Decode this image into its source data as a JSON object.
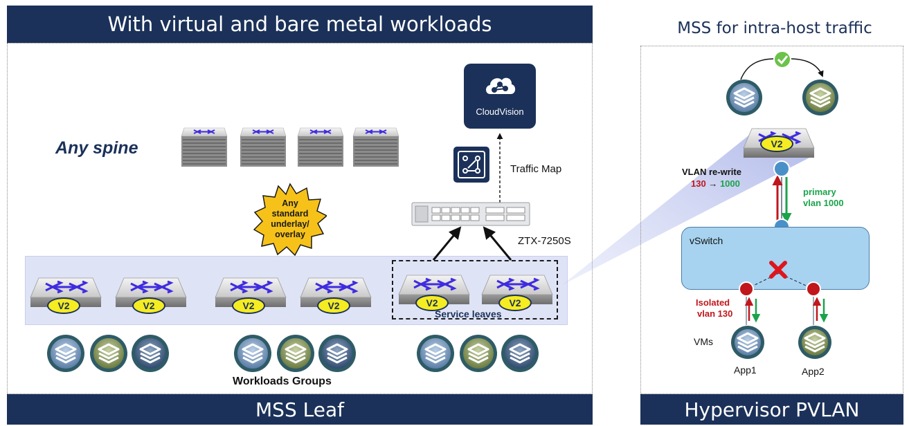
{
  "left": {
    "header": "With virtual and bare metal workloads",
    "footer": "MSS Leaf",
    "spine_label": "Any spine",
    "burst_lines": [
      "Any",
      "standard",
      "underlay/",
      "overlay"
    ],
    "cloudvision_label": "CloudVision",
    "traffic_map_label": "Traffic Map",
    "ztx_label": "ZTX-7250S",
    "leaf_badge": "V2",
    "service_leaves_label": "Service leaves",
    "workloads_label": "Workloads Groups"
  },
  "right": {
    "header": "MSS for intra-host traffic",
    "footer": "Hypervisor PVLAN",
    "switch_badge": "V2",
    "vlan_rewrite": "VLAN re-write",
    "vlan_from": "130",
    "vlan_arrow": "→",
    "vlan_to": "1000",
    "primary_line1": "primary",
    "primary_line2": "vlan 1000",
    "vswitch_label": "vSwitch",
    "isolated_line1": "Isolated",
    "isolated_line2": "vlan 130",
    "vms_label": "VMs",
    "app1_label": "App1",
    "app2_label": "App2"
  },
  "colors": {
    "banner": "#1b3159",
    "red": "#c0161c",
    "green": "#1aa34a",
    "vswitch_fill": "#a7d3f0",
    "badge_fill": "#f5ec21",
    "arrow_purple": "#3f2be0",
    "burst_fill": "#f6c21a",
    "teal_icon": "#2e5b66"
  }
}
